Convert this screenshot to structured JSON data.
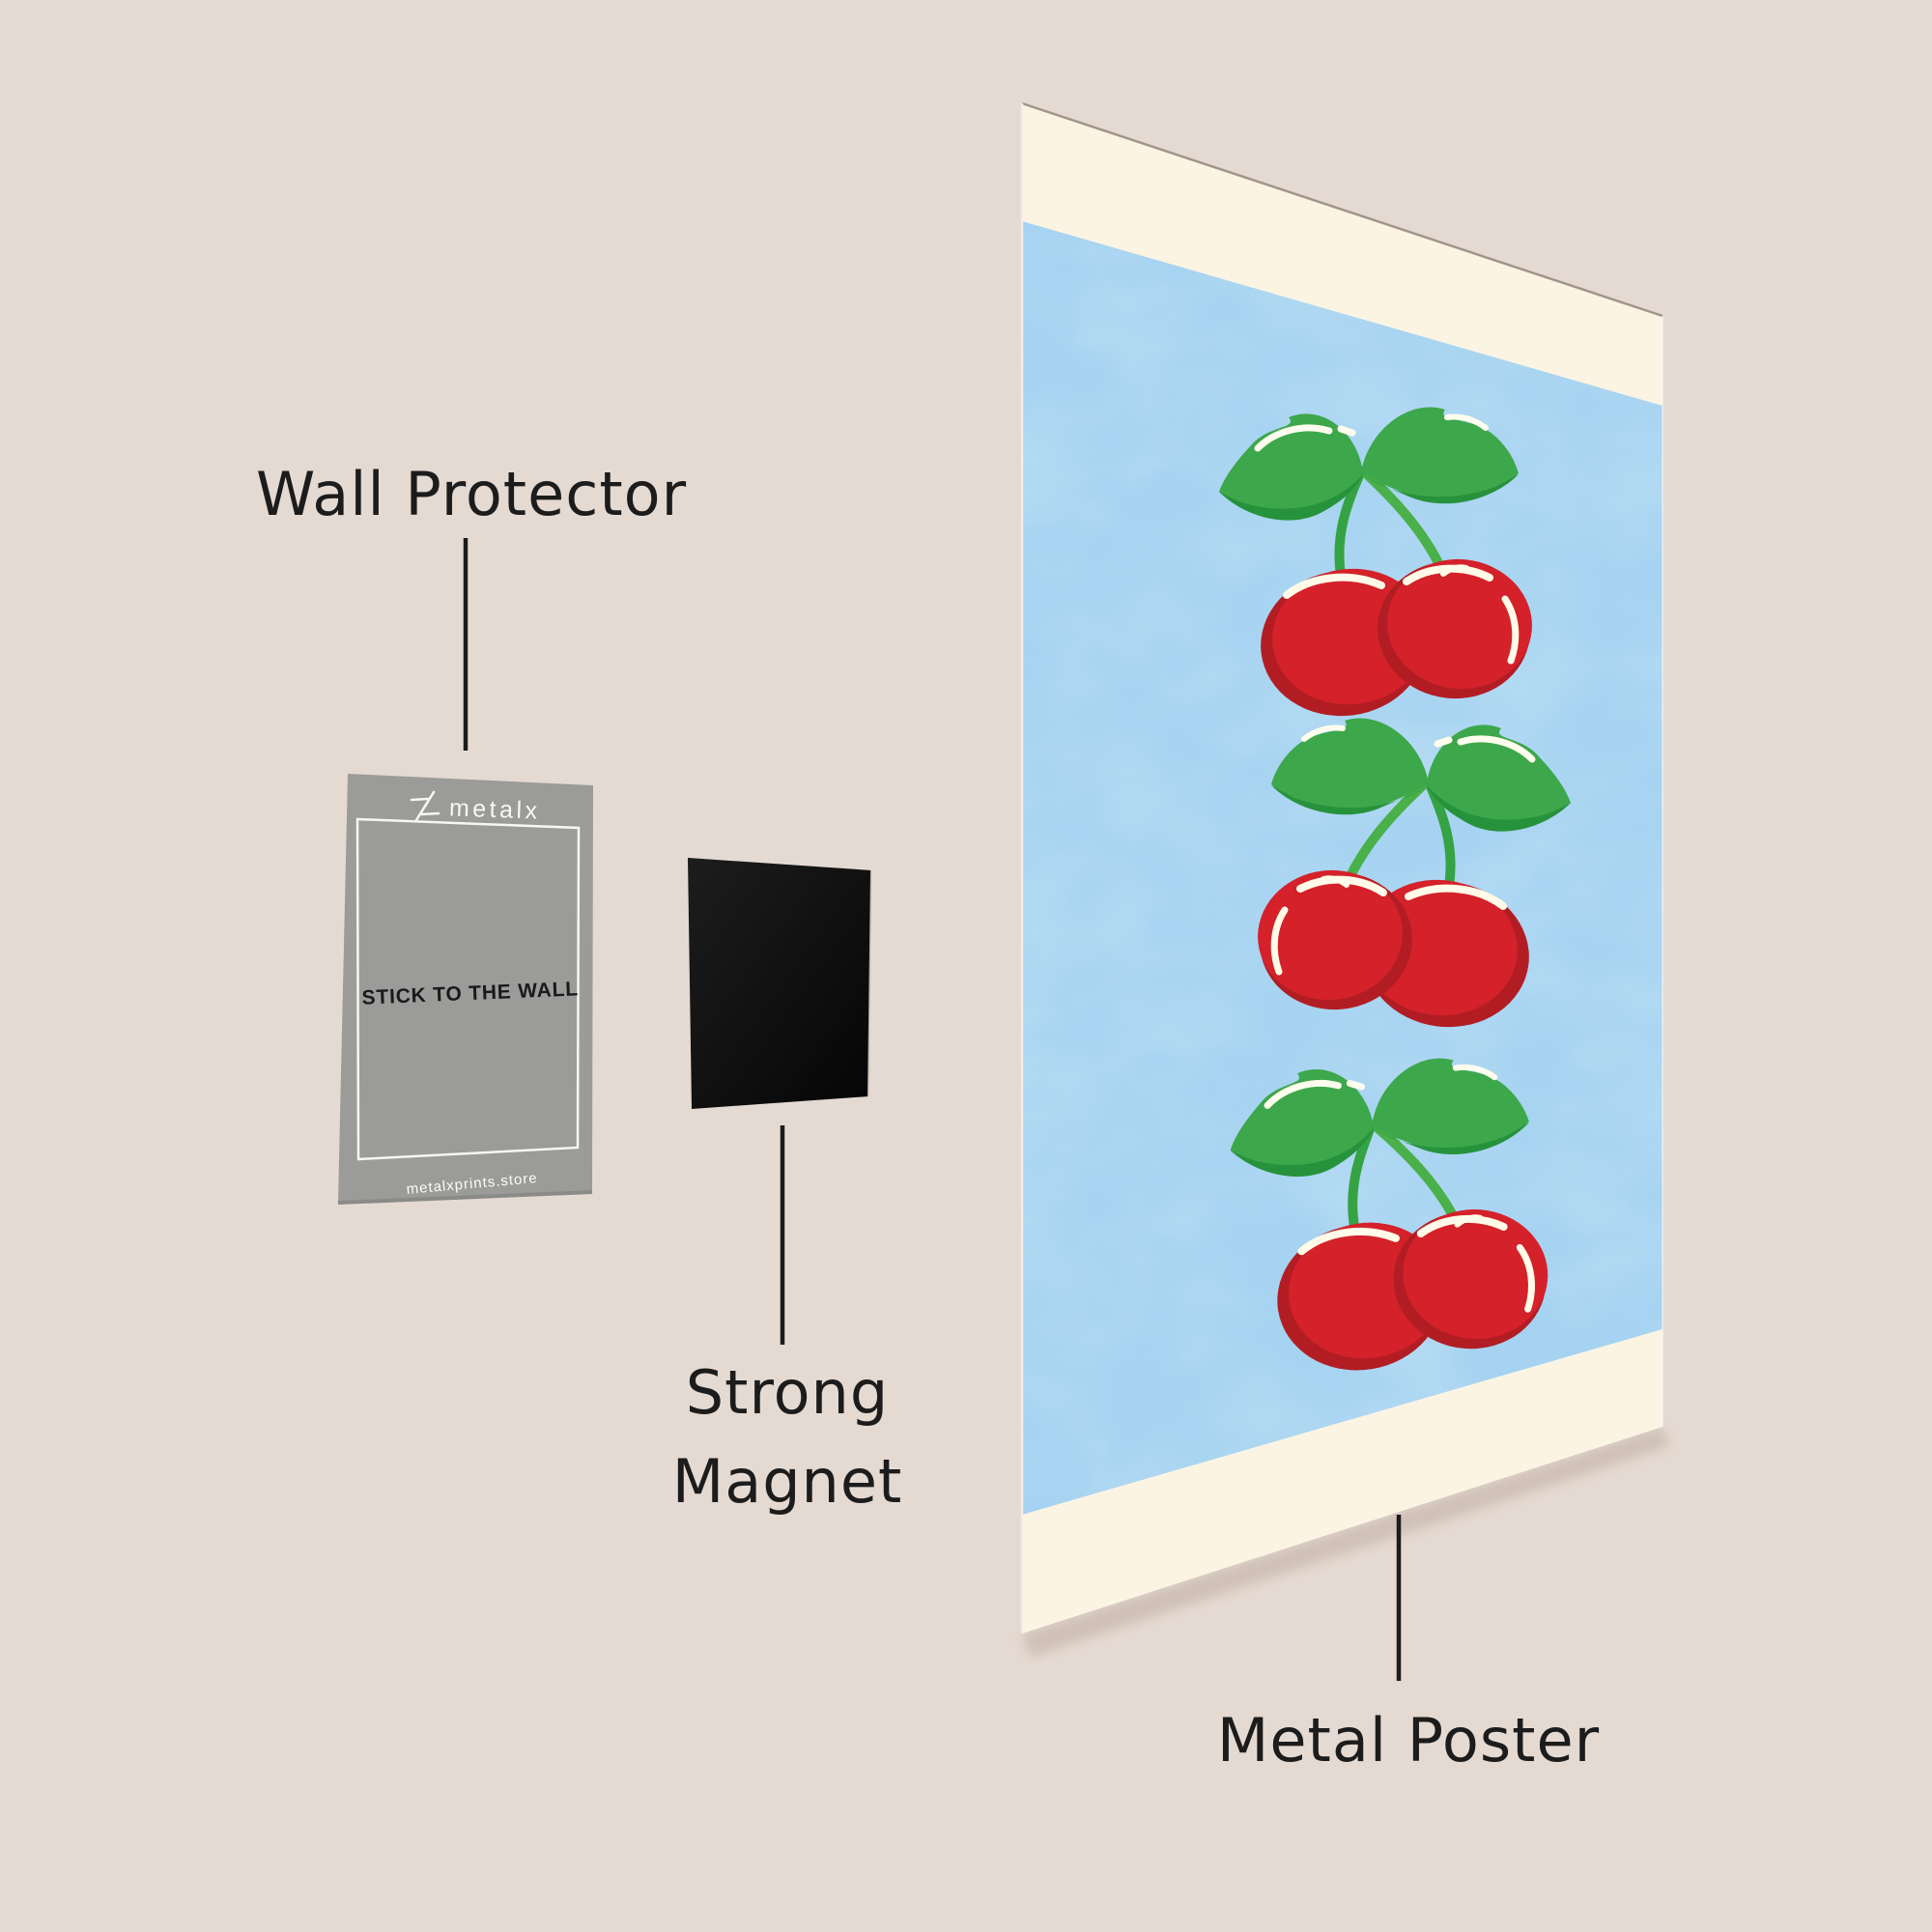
{
  "scene": {
    "wall_color": "#e5dad2"
  },
  "annotations": {
    "wall_protector": {
      "label": "Wall Protector"
    },
    "strong_magnet": {
      "label": "Strong Magnet"
    },
    "metal_poster": {
      "label": "Metal Poster"
    }
  },
  "wall_protector_card": {
    "brand_logo": "metalx",
    "instruction": "STICK TO THE WALL",
    "footer": "metalxprints.store",
    "card_color": "#9b9b99",
    "instruction_text_color": "#1a1a1a",
    "logo_text_color": "#f7f7f5"
  },
  "magnet": {
    "color": "#0c0c0c"
  },
  "poster": {
    "margin_color": "#fcf4e3",
    "art_background_color": "#a5d3f1",
    "cherry_red": "#d4212a",
    "cherry_shadow_red": "#b21d24",
    "leaf_green": "#3da74b",
    "leaf_dark_green": "#27923c",
    "stem_green": "#3aa545",
    "highlight_white": "#fffbe8",
    "cherry_pair_count": 3
  }
}
